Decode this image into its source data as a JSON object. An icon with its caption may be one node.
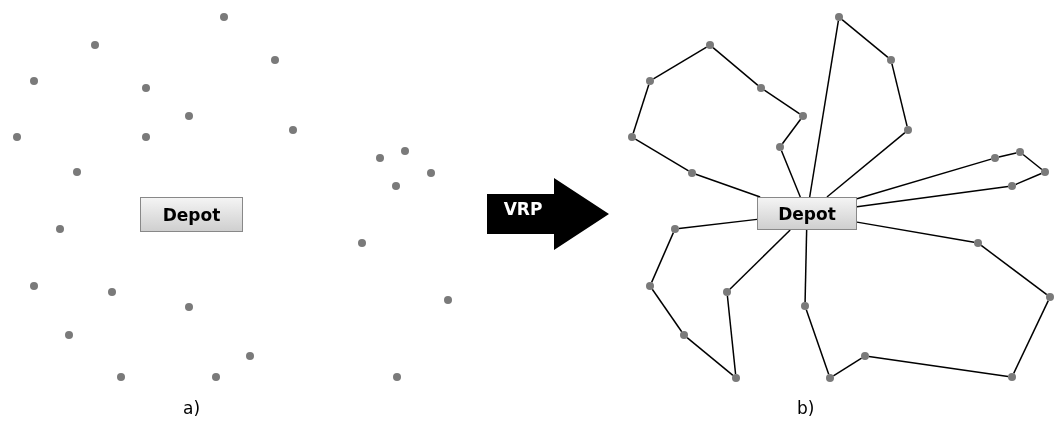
{
  "diagram": {
    "nodes": [
      {
        "text": [
          "Depot"
        ]
      },
      {
        "text": [
          "VRP"
        ]
      },
      {
        "text": [
          "Depot"
        ]
      },
      {
        "text": [],
        "shape": "circle"
      },
      {
        "text": [],
        "shape": "circle"
      },
      {
        "text": [],
        "shape": "circle"
      },
      {
        "text": [],
        "shape": "circle"
      },
      {
        "text": [],
        "shape": "circle"
      },
      {
        "text": [],
        "shape": "circle"
      },
      {
        "text": [],
        "shape": "circle"
      },
      {
        "text": [],
        "shape": "circle"
      },
      {
        "text": [],
        "shape": "circle"
      },
      {
        "text": [],
        "shape": "circle"
      },
      {
        "text": [],
        "shape": "circle"
      },
      {
        "text": [],
        "shape": "circle"
      },
      {
        "text": [],
        "shape": "circle"
      },
      {
        "text": [],
        "shape": "circle"
      },
      {
        "text": [],
        "shape": "circle"
      },
      {
        "text": [],
        "shape": "circle"
      },
      {
        "text": [],
        "shape": "circle"
      },
      {
        "text": [],
        "shape": "circle"
      },
      {
        "text": [],
        "shape": "circle"
      },
      {
        "text": [],
        "shape": "circle"
      },
      {
        "text": [],
        "shape": "circle"
      },
      {
        "text": [],
        "shape": "circle"
      },
      {
        "text": [],
        "shape": "circle"
      },
      {
        "text": [],
        "shape": "circle"
      },
      {
        "text": [],
        "shape": "circle"
      }
    ],
    "edges": [
      {
        "from": 2,
        "to": 3,
        "arrow": "none"
      },
      {
        "from": 3,
        "to": 4,
        "arrow": "none"
      },
      {
        "from": 4,
        "to": 5,
        "arrow": "none"
      },
      {
        "from": 5,
        "to": 6,
        "arrow": "none"
      },
      {
        "from": 6,
        "to": 7,
        "arrow": "none"
      },
      {
        "from": 7,
        "to": 8,
        "arrow": "none"
      },
      {
        "from": 8,
        "to": 9,
        "arrow": "none"
      },
      {
        "from": 9,
        "to": 2,
        "arrow": "none"
      },
      {
        "from": 2,
        "to": 10,
        "arrow": "none"
      },
      {
        "from": 10,
        "to": 11,
        "arrow": "none"
      },
      {
        "from": 11,
        "to": 12,
        "arrow": "none"
      },
      {
        "from": 12,
        "to": 2,
        "arrow": "none"
      },
      {
        "from": 2,
        "to": 13,
        "arrow": "none"
      },
      {
        "from": 13,
        "to": 14,
        "arrow": "none"
      },
      {
        "from": 14,
        "to": 15,
        "arrow": "none"
      },
      {
        "from": 15,
        "to": 16,
        "arrow": "none"
      },
      {
        "from": 16,
        "to": 2,
        "arrow": "none"
      },
      {
        "from": 2,
        "to": 17,
        "arrow": "none"
      },
      {
        "from": 17,
        "to": 18,
        "arrow": "none"
      },
      {
        "from": 18,
        "to": 19,
        "arrow": "none"
      },
      {
        "from": 19,
        "to": 20,
        "arrow": "none"
      },
      {
        "from": 20,
        "to": 21,
        "arrow": "none"
      },
      {
        "from": 21,
        "to": 2,
        "arrow": "none"
      },
      {
        "from": 2,
        "to": 22,
        "arrow": "none"
      },
      {
        "from": 22,
        "to": 23,
        "arrow": "none"
      },
      {
        "from": 23,
        "to": 24,
        "arrow": "none"
      },
      {
        "from": 24,
        "to": 25,
        "arrow": "none"
      },
      {
        "from": 25,
        "to": 26,
        "arrow": "none"
      },
      {
        "from": 26,
        "to": 27,
        "arrow": "none"
      },
      {
        "from": 27,
        "to": 2,
        "arrow": "none"
      }
    ],
    "labels": [
      "a)",
      "b)"
    ]
  }
}
